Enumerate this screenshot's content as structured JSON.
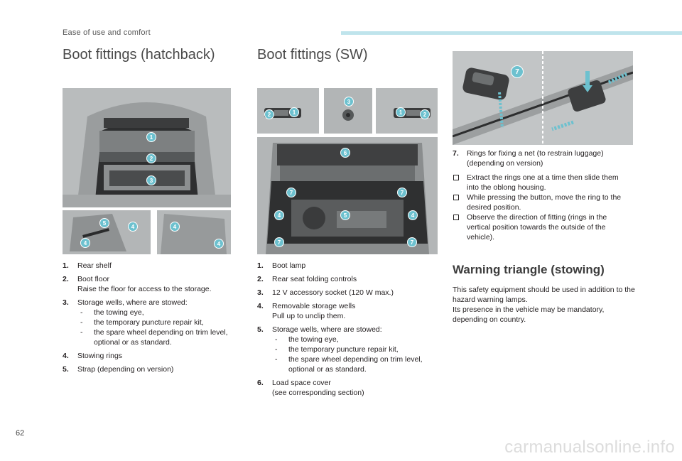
{
  "header": {
    "section": "Ease of use and comfort",
    "accent": "#bfe4ec"
  },
  "page_number": "62",
  "watermark": "carmanualsonline.info",
  "hatchback": {
    "title": "Boot fittings (hatchback)",
    "callouts": [
      "1",
      "2",
      "3",
      "5",
      "4",
      "4",
      "4",
      "4"
    ],
    "items": [
      {
        "num": "1.",
        "text": "Rear shelf"
      },
      {
        "num": "2.",
        "text": "Boot floor",
        "sub": "Raise the floor for access to the storage."
      },
      {
        "num": "3.",
        "text": "Storage wells, where are stowed:",
        "dashes": [
          "the towing eye,",
          "the temporary puncture repair kit,",
          "the spare wheel depending on trim level, optional or as standard."
        ]
      },
      {
        "num": "4.",
        "text": "Stowing rings"
      },
      {
        "num": "5.",
        "text": "Strap (depending on version)"
      }
    ]
  },
  "sw": {
    "title": "Boot fittings (SW)",
    "callouts": [
      "2",
      "1",
      "3",
      "1",
      "2",
      "6",
      "7",
      "7",
      "4",
      "4",
      "5",
      "7",
      "7"
    ],
    "items": [
      {
        "num": "1.",
        "text": "Boot lamp"
      },
      {
        "num": "2.",
        "text": "Rear seat folding controls"
      },
      {
        "num": "3.",
        "text": "12 V accessory socket (120 W max.)"
      },
      {
        "num": "4.",
        "text": "Removable storage wells",
        "sub": "Pull up to unclip them."
      },
      {
        "num": "5.",
        "text": "Storage wells, where are stowed:",
        "dashes": [
          "the towing eye,",
          "the temporary puncture repair kit,",
          "the spare wheel depending on trim level, optional or as standard."
        ]
      },
      {
        "num": "6.",
        "text": "Load space cover",
        "sub": "(see corresponding section)"
      }
    ]
  },
  "rings": {
    "callout": "7",
    "item": {
      "num": "7.",
      "text": "Rings for fixing a net (to restrain luggage) (depending on version)"
    },
    "bullets": [
      "Extract the rings one at a time then slide them into the oblong housing.",
      "While pressing the button, move the ring to the desired position.",
      "Observe the direction of fitting (rings in the vertical position towards the outside of the vehicle)."
    ]
  },
  "warning": {
    "title": "Warning triangle (stowing)",
    "text": "This safety equipment should be used in addition to the hazard warning lamps.\nIts presence in the vehicle may be mandatory, depending on country."
  }
}
